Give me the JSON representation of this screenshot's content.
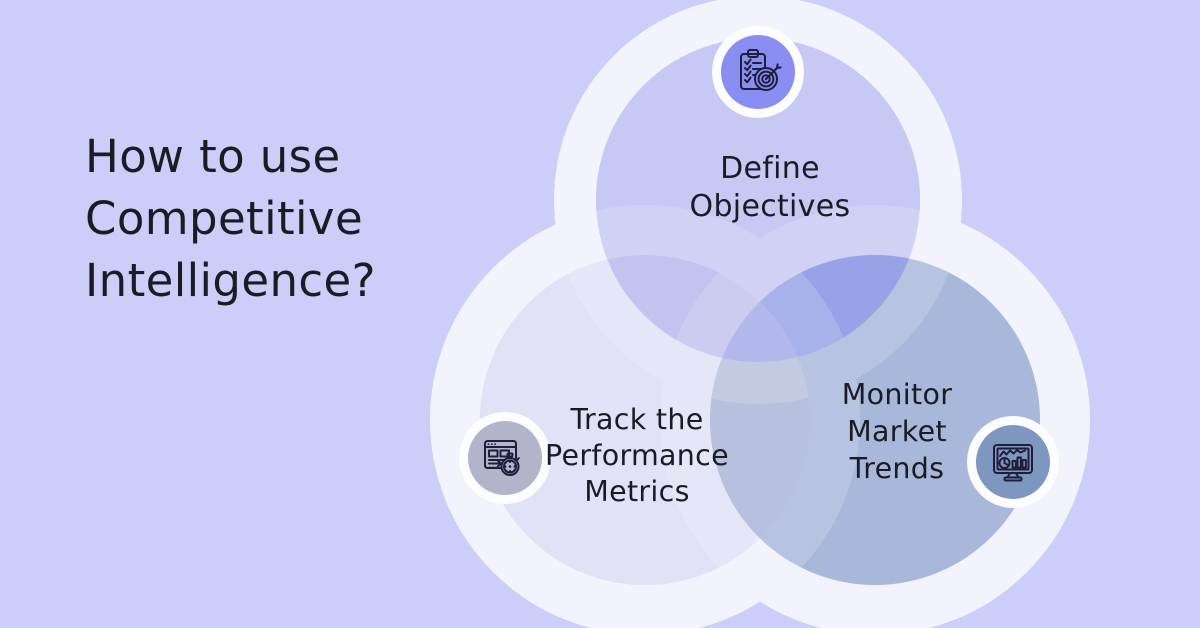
{
  "title": {
    "lines": [
      "How to use",
      "Competitive",
      "Intelligence?"
    ]
  },
  "colors": {
    "background": "#cccdf8",
    "ring": "#ffffff",
    "text": "#1b1b24"
  },
  "venn": {
    "top": {
      "name": "Define Objectives",
      "label_lines": [
        "Define",
        "Objectives"
      ],
      "icon": "clipboard-target-icon",
      "fill": "#c7c8f3",
      "icon_disc": "#8a8df1"
    },
    "left": {
      "name": "Track the Performance Metrics",
      "label_lines": [
        "Track the",
        "Performance",
        "Metrics"
      ],
      "icon": "browser-stopwatch-icon",
      "fill": "#e1e2f6",
      "icon_disc": "#b3b4c9"
    },
    "right": {
      "name": "Monitor Market Trends",
      "label_lines": [
        "Monitor",
        "Market",
        "Trends"
      ],
      "icon": "monitor-analytics-icon",
      "fill": "#a9b8da",
      "icon_disc": "#7e97c0"
    },
    "overlaps": {
      "top_left": "#c2c3ef",
      "top_right": "#99a2e6",
      "left_right": "#b7c1dd",
      "center": "#b3b8ec"
    }
  }
}
